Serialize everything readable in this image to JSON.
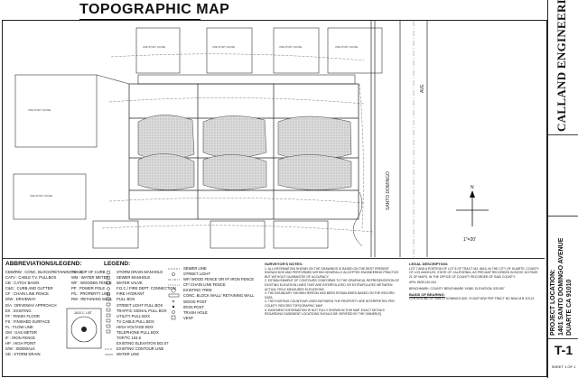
{
  "title": "TOPOGRAPHIC MAP",
  "company": {
    "name": "CALLAND ENGINEERING, INC."
  },
  "project": {
    "location_label": "PROJECT LOCATION:",
    "address_line1": "1401 SANTO DOMINGO AVENUE",
    "address_line2": "DUARTE CA 91010"
  },
  "sheet": {
    "number": "T-1",
    "of": "SHEET 1 OF 1"
  },
  "map": {
    "street_label": "SANTO DOMINGO",
    "ave_label": "AVE",
    "scale_label": "1\"=20'"
  },
  "legend": {
    "abbr_title": "ABBREVIATIONS/LEGEND:",
    "legend_title": "LEGEND:",
    "abbr_col1": [
      "CBW/RW : CONC. BLOCK/RETAINING WALL",
      "CATV : CABLE T.V. PULLBOX",
      "CB : CATCH BASIN",
      "C&G : CURB AND GUTTER",
      "CF : CHAIN LINK FENCE",
      "D/W : DRIVEWAY",
      "D/A : DRIVEWAY APPROACH",
      "EX : EXISTING",
      "FF : FINISH FLOOR",
      "FS : FINISHED SURFACE",
      "FL : FLOW LINE",
      "GM : GAS METER",
      "IF : IRON FENCE",
      "HP : HIGH POINT",
      "S/W : SIDEWALK",
      "SD : STORM DRAIN"
    ],
    "abbr_col2": [
      "TC : TOP OF CURB",
      "WM : WATER METER",
      "WF : WOODEN FENCE",
      "PP : POWER POLE",
      "P/L : PROPERTY LINE",
      "RW : RETAINING WALL"
    ],
    "sym_col1": [
      "STORM DRAIN MANHOLE",
      "SEWER MANHOLE",
      "WATER VALVE",
      "F.D.C./ FIRE DEPT. CONNECTION",
      "FIRE HYDRANT",
      "PULL BOX",
      "STREET LIGHT PULL BOX",
      "TRAFFIC SIGNAL PULL BOX",
      "UTILITY PULL BOX",
      "TV CABLE PULL BOX",
      "HIGH VOLTAGE BOX",
      "TELEPHONE PULL BOX",
      "TOP/TC 104.6",
      "EXISTING ELEVATION 502.07",
      "EXISTING CONTOUR LINE",
      "WATER LINE"
    ],
    "sym_col2": [
      "SEWER LINE",
      "STREET LIGHT",
      "WF/ WOOD FENCE OR IF/ IRON FENCE",
      "CF/ CHAIN LINK FENCE",
      "EXISTING TREE",
      "CONC. BLOCK WALL/ RETAINING WALL",
      "WOOD POST",
      "IRON POST",
      "TRASH HOLE",
      "VENT"
    ],
    "control_label": "JACK C. LIST"
  },
  "notes": {
    "title": "SURVEYOR'S NOTES:",
    "items": [
      "1. ALL INFORMATION SHOWN ON THE DRAWINGS IS BASED ON THE BEST PRESENT KNOWLEDGE AND PERFORMED WITHIN GENERALLY ACCEPTED ENGINEERING PRACTICE BUT WITHOUT GUARANTEE OF ACCURACY.",
      "2. ESTABLISHMENT OF CONTOURS CONFORMS TO THE GRAPHICAL REPRESENTATION OF EXISTING ELEVATION LINES THAT ARE INTERPOLATED OR EXTRAPOLATED BETWEEN ACTUAL FIELD MEASURED ELEVATIONS.",
      "3. THE BOUNDARY SHOWN HEREON HAS BEEN ESTABLISHED BASED ON THE RECORD DATA.",
      "4. THE EXISTING COUNTOUR LINES BETWEEN THE PROPERTY ARE INTERPRETED PER COUNTY RECORD TOPOGRAPHIC MAP.",
      "5. EASEMENT INFORMATION IS NOT FULLY SHOWN IN THIS MAP. EXACT DETAILS REGARDING EASEMENT LOCATIONS SHOULD BE VERIFIED BY THE OWNER(S)."
    ],
    "legal_title": "LEGAL DESCRIPTION:",
    "legal": "LOT 7 AND A PORTION OF LOT 8 OF TRACT NO. 8616, IN THE CITY OF DUARTE, COUNTY OF LOS ANGELES, STATE OF CALIFORNIA, AS PER MAP RECORDED IN BOOK 119 PAGE 21 OF MAPS, IN THE OFFICE OF COUNTY RECORDER OF SAID COUNTY.",
    "apn": "APN: 8528-010-044",
    "benchmark": "BENCHMARK: COUNTY BENCHMARK Y6380. ELEVATION: 533.897",
    "bearing_title": "BASIS OF BEARING:",
    "bearing": "CENTERLINE OF SANTO DOMINGO AVE. IS N03°18'W PER TRACT NO 8616 M.B 119-21"
  }
}
